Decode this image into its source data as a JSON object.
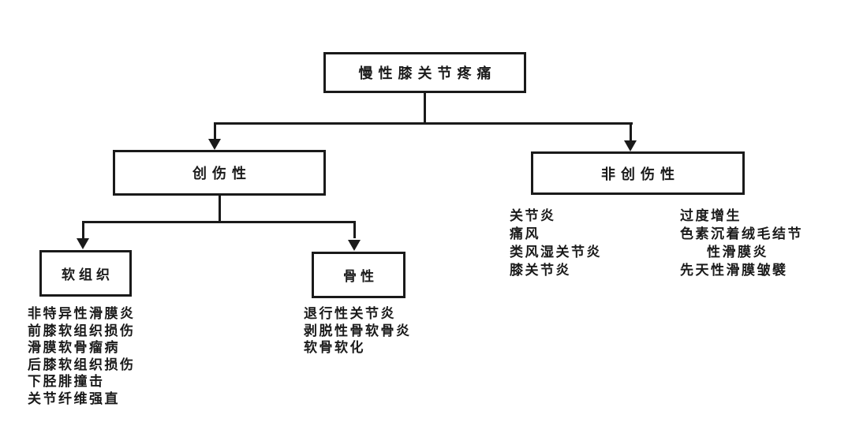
{
  "nodes": {
    "root": "慢性膝关节疼痛",
    "traumatic": "创伤性",
    "non_traumatic": "非创伤性",
    "soft_tissue": "软组织",
    "bony": "骨性"
  },
  "soft_tissue_list": [
    "非特异性滑膜炎",
    "前膝软组织损伤",
    "滑膜软骨瘤病",
    "后膝软组织损伤",
    "下胫腓撞击",
    "关节纤维强直"
  ],
  "bony_list": [
    "退行性关节炎",
    "剥脱性骨软骨炎",
    "软骨软化"
  ],
  "non_traumatic_col1": [
    "关节炎",
    "痛风",
    "类风湿关节炎",
    "膝关节炎"
  ],
  "non_traumatic_col2": [
    "过度增生",
    "色素沉着绒毛结节",
    "性滑膜炎",
    "先天性滑膜皱襞"
  ],
  "colors": {
    "ink": "#1a1a1a",
    "background": "#ffffff"
  }
}
